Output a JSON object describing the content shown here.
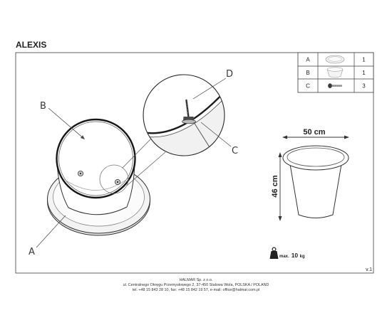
{
  "title": "ALEXIS",
  "parts": [
    {
      "letter": "A",
      "qty": "1",
      "icon": "base-plate-icon"
    },
    {
      "letter": "B",
      "qty": "1",
      "icon": "table-body-icon"
    },
    {
      "letter": "C",
      "qty": "3",
      "icon": "screw-icon"
    }
  ],
  "callouts": {
    "a": "A",
    "b": "B",
    "c": "C",
    "d": "D"
  },
  "dimensions": {
    "width": "50 cm",
    "height": "46 cm"
  },
  "max_load": {
    "prefix": "max.",
    "value": "10",
    "unit": "kg",
    "icon": "weight-icon"
  },
  "version": "v.1",
  "footer": {
    "company": "HALMAR Sp. z o.o.",
    "address": "ul. Centralnego Okręgu Przemysłowego 2, 37-450 Stalowa Wola, POLSKA / POLAND",
    "contact": "tel. +48 15 843 28 10, fax: +48 15 842 19 57, e-mail: office@halmar.com.pl"
  }
}
